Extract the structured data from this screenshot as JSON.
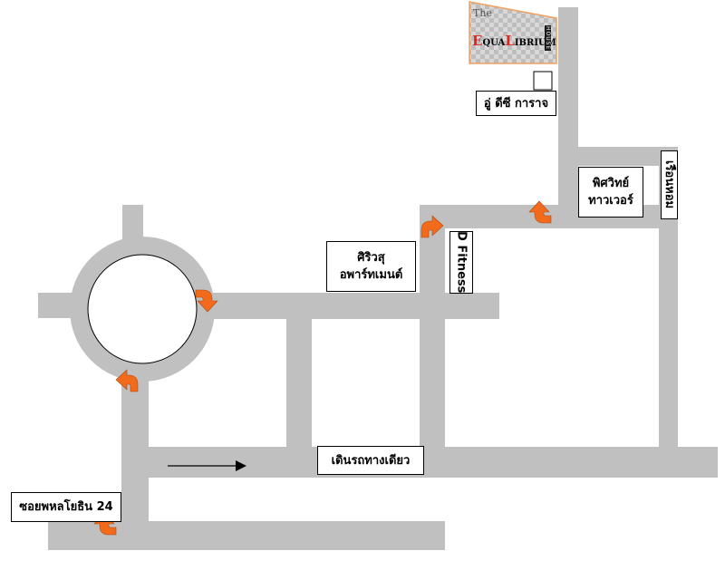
{
  "colors": {
    "road": "#c0c0c0",
    "turn_arrow": "#f26a1b",
    "background": "#ffffff",
    "logo_accent": "#e2261c",
    "logo_border": "#f0a060"
  },
  "logo": {
    "the": "The",
    "name_e": "E",
    "name_qua": "QUA",
    "name_l": "L",
    "name_ibrium": "IBRIUM",
    "house": "HOUSE"
  },
  "labels": {
    "ud_garage": "อู่ ดีซี การาจ",
    "phisawit_line1": "พิศวิทย์",
    "phisawit_line2": "ทาวเวอร์",
    "ruean_hom": "เรือนหอม",
    "siriwasu_line1": "ศิริวสุ",
    "siriwasu_line2": "อพาร์ทเมนต์",
    "d_fitness": "D Fitness",
    "one_way": "เดินรถทางเดียว",
    "soi": "ซอยพหลโยธิน 24"
  },
  "icons": {
    "turn_arrow": "curved-turn-arrow-icon",
    "one_way_arrow": "right-arrow-icon"
  }
}
